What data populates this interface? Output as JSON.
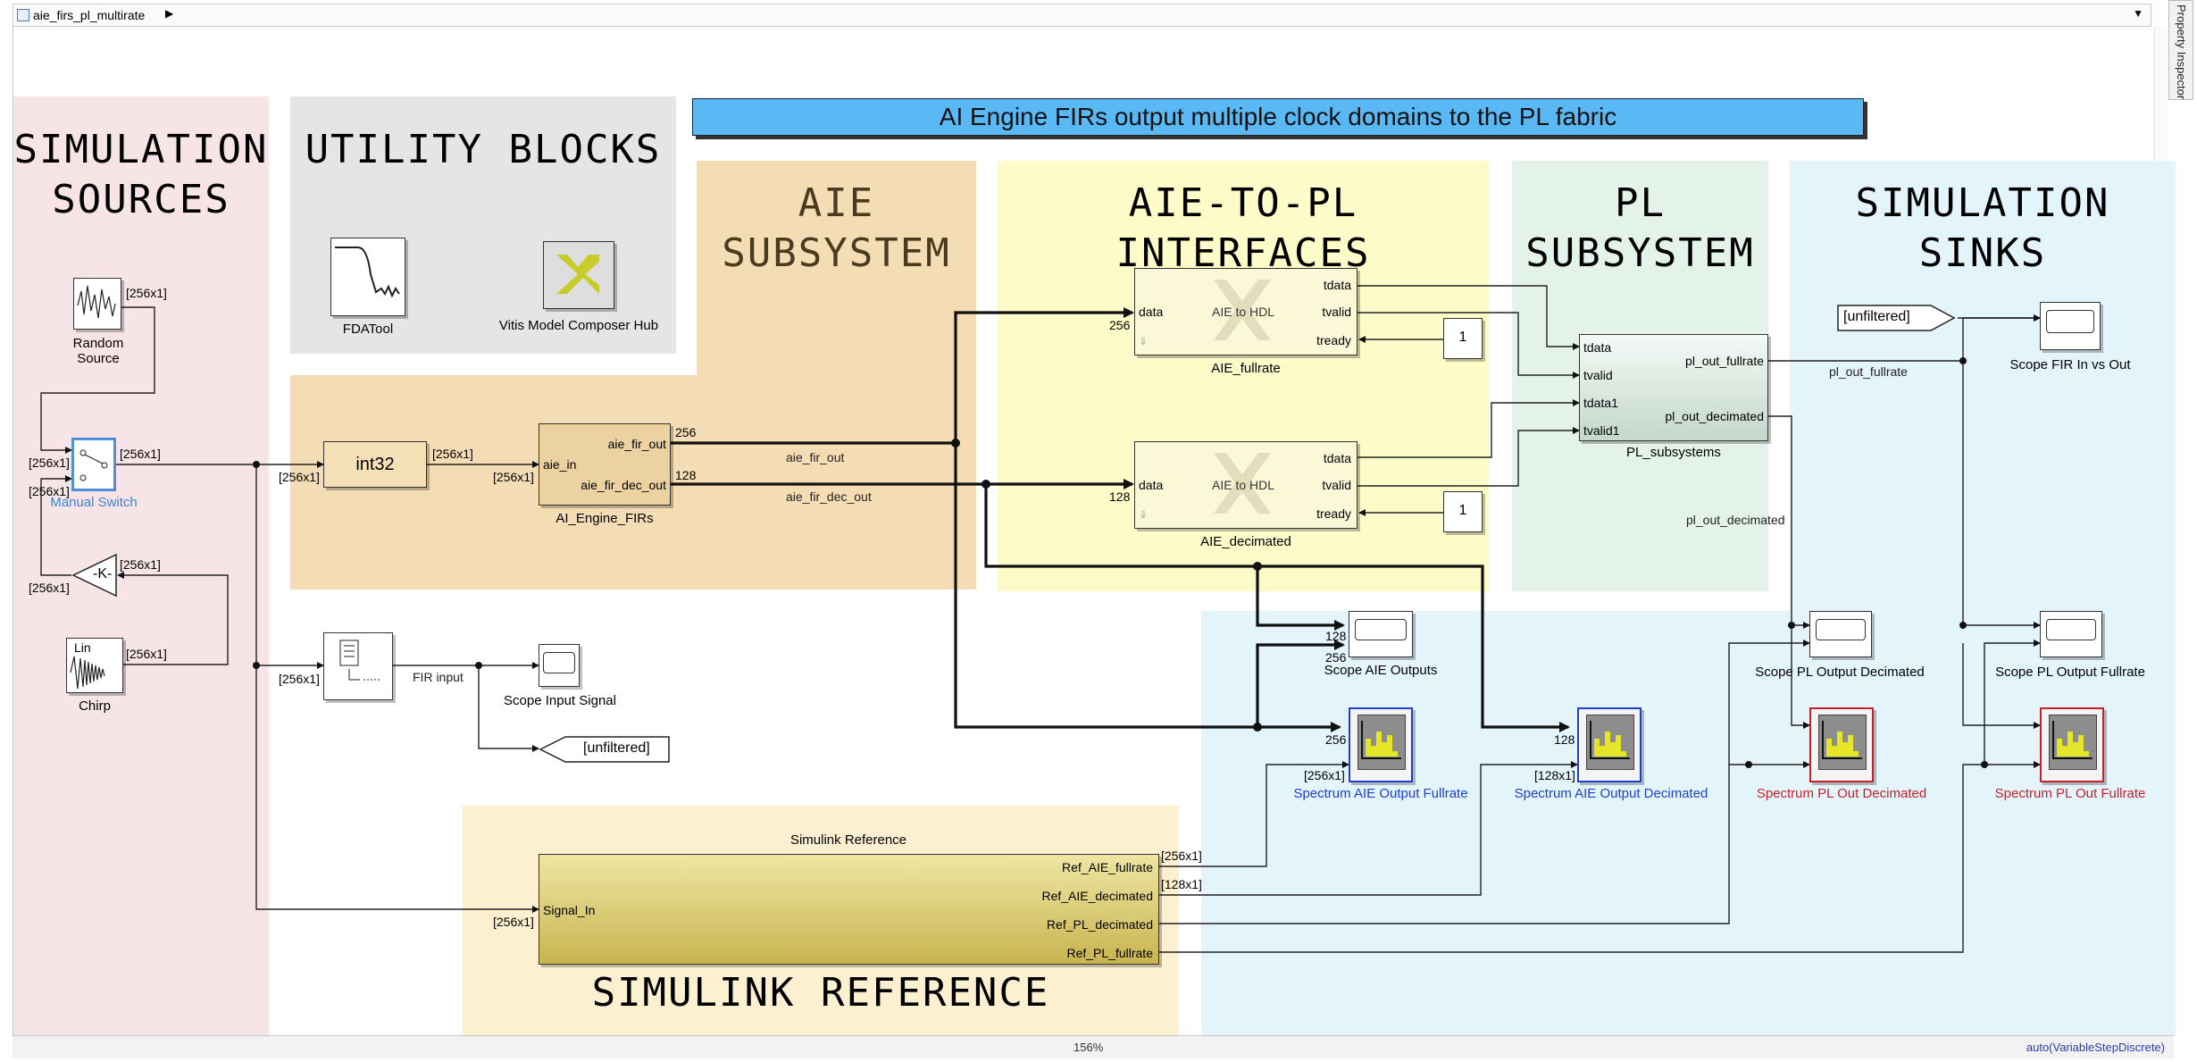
{
  "window": {
    "model_name": "aie_firs_pl_multirate",
    "property_inspector": "Property Inspector",
    "zoom": "156%",
    "solver": "auto(VariableStepDiscrete)"
  },
  "banner": {
    "text": "AI Engine FIRs output multiple clock domains to the PL fabric"
  },
  "areas": {
    "sim_sources": "SIMULATION\nSOURCES",
    "utility": "UTILITY BLOCKS",
    "aie_subsystem": "AIE\nSUBSYSTEM",
    "aie_to_pl": "AIE-TO-PL INTERFACES",
    "pl_subsystem": "PL\nSUBSYSTEM",
    "sim_sinks": "SIMULATION\nSINKS",
    "simulink_reference": "SIMULINK REFERENCE"
  },
  "blocks": {
    "random_source": {
      "label": "Random\nSource",
      "out": "[256x1]"
    },
    "manual_switch": {
      "label": "Manual Switch",
      "in1": "[256x1]",
      "in2": "[256x1]",
      "out": "[256x1]"
    },
    "gain": {
      "text": "-K-",
      "in": "[256x1]",
      "out": "[256x1]"
    },
    "chirp": {
      "label": "Chirp",
      "icon_text": "Lin",
      "out": "[256x1]"
    },
    "fdatool": {
      "label": "FDATool"
    },
    "vitis_hub": {
      "label": "Vitis Model Composer Hub"
    },
    "int32": {
      "text": "int32",
      "in": "[256x1]",
      "out": "[256x1]"
    },
    "ai_engine_firs": {
      "label": "AI_Engine_FIRs",
      "in_port": "aie_in",
      "out1": "aie_fir_out",
      "out2": "aie_fir_dec_out",
      "in_sig": "[256x1]",
      "out1_sig": "256",
      "out2_sig": "128"
    },
    "aie_fullrate": {
      "label": "AIE_fullrate",
      "center": "AIE to HDL",
      "in_port": "data",
      "out1": "tdata",
      "out2": "tvalid",
      "in2": "tready",
      "in_sig": "256",
      "const": "1"
    },
    "aie_decimated": {
      "label": "AIE_decimated",
      "center": "AIE to HDL",
      "in_port": "data",
      "out1": "tdata",
      "out2": "tvalid",
      "in2": "tready",
      "in_sig": "128",
      "const": "1"
    },
    "pl_subsystems": {
      "label": "PL_subsystems",
      "in1": "tdata",
      "in2": "tvalid",
      "in3": "tdata1",
      "in4": "tvalid1",
      "out1": "pl_out_fullrate",
      "out2": "pl_out_decimated"
    },
    "fir_input_buffer": {
      "in": "[256x1]",
      "out_label": "FIR input"
    },
    "scope_input": {
      "label": "Scope Input Signal"
    },
    "goto_unfiltered": {
      "text": "[unfiltered]"
    },
    "from_unfiltered": {
      "text": "[unfiltered]"
    },
    "scope_fir_in_out": {
      "label": "Scope FIR In vs Out"
    },
    "scope_aie_outputs": {
      "label": "Scope AIE Outputs",
      "in1": "128",
      "in2": "256"
    },
    "scope_pl_dec": {
      "label": "Scope PL Output Decimated"
    },
    "scope_pl_full": {
      "label": "Scope PL Output Fullrate"
    },
    "spec_aie_full": {
      "label": "Spectrum AIE Output Fullrate",
      "in1": "256",
      "in2": "[256x1]"
    },
    "spec_aie_dec": {
      "label": "Spectrum AIE Output Decimated",
      "in1": "128",
      "in2": "[128x1]"
    },
    "spec_pl_dec": {
      "label": "Spectrum PL Out Decimated"
    },
    "spec_pl_full": {
      "label": "Spectrum PL Out Fullrate"
    },
    "simulink_ref": {
      "title": "Simulink Reference",
      "in_port": "Signal_In",
      "in_sig": "[256x1]",
      "out1": "Ref_AIE_fullrate",
      "out2": "Ref_AIE_decimated",
      "out3": "Ref_PL_decimated",
      "out4": "Ref_PL_fullrate",
      "out1_sig": "[256x1]",
      "out2_sig": "[128x1]"
    }
  },
  "signals": {
    "aie_fir_out": "aie_fir_out",
    "aie_fir_dec_out": "aie_fir_dec_out",
    "pl_out_fullrate": "pl_out_fullrate",
    "pl_out_decimated": "pl_out_decimated"
  },
  "colors": {
    "sim_sources": "#f7e4e6",
    "utility": "#e5e5e5",
    "aie": "#f4dcb4",
    "aie_to_pl": "#fdfbc8",
    "pl": "#e3f3ea",
    "sinks": "#e3f4fb",
    "sim_ref": "#fcf0d0",
    "banner": "#5ab8f5",
    "selected_blue": "#3a86d8",
    "spectrum_blue": "#1f3fcc",
    "spectrum_red": "#c8202a"
  }
}
